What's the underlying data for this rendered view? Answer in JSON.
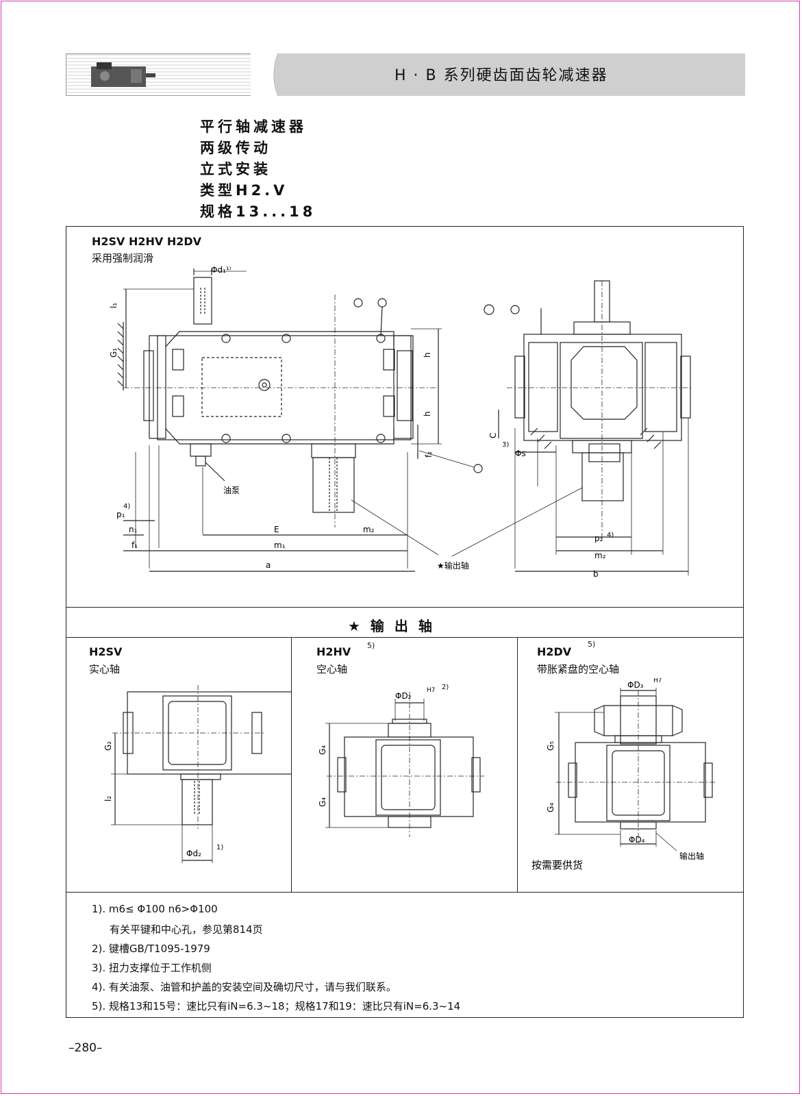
{
  "header": {
    "title": "H · B 系列硬齿面齿轮减速器"
  },
  "title_block": {
    "lines": [
      "平行轴减速器",
      "两级传动",
      "立式安装",
      "类型H2.V",
      "规格13...18"
    ]
  },
  "top_section": {
    "models": "H2SV H2HV H2DV",
    "lubrication": "采用强制润滑",
    "labels": {
      "d1": "Φd₁¹⁾",
      "l1": "l₁",
      "G1": "G₁",
      "h_top": "h",
      "h_bottom": "h",
      "f2": "f₂",
      "oil_pump": "油泵",
      "p1": "p₁",
      "p1_note": "4)",
      "n1": "n₁",
      "f1": "f₁",
      "E": "E",
      "m2_left": "m₂",
      "m1": "m₁",
      "a": "a",
      "output_shaft": "★输出轴",
      "C": "C",
      "C_note": "3)",
      "s": "Φs",
      "p2": "p₂",
      "p2_note": "4)",
      "m2_right": "m₂",
      "b": "b"
    }
  },
  "output_section": {
    "heading": "★  输  出  轴",
    "panels": [
      {
        "model": "H2SV",
        "note": "",
        "desc": "实心轴",
        "labels": {
          "G2": "G₂",
          "l2": "l₂",
          "d2": "Φd₂",
          "d2_note": "1)"
        }
      },
      {
        "model": "H2HV",
        "note": "5)",
        "desc": "空心轴",
        "labels": {
          "D2": "ΦD₂",
          "H7": "H7",
          "H7_note": "2)",
          "G4a": "G₄",
          "G4b": "G₄"
        }
      },
      {
        "model": "H2DV",
        "note": "5)",
        "desc": "带胀紧盘的空心轴",
        "labels": {
          "D3": "ΦD₃",
          "H7": "H7",
          "G5": "G₅",
          "G4": "G₄",
          "D4": "ΦD₄",
          "output_shaft": "输出轴",
          "supply": "按需要供货"
        }
      }
    ]
  },
  "notes": [
    "1). m6≤ Φ100  n6>Φ100",
    "有关平键和中心孔，参见第814页",
    "2). 键槽GB/T1095-1979",
    "3). 扭力支撑位于工作机侧",
    "4). 有关油泵、油管和护盖的安装空间及确切尺寸，请与我们联系。",
    "5). 规格13和15号：速比只有iN=6.3~18；规格17和19：速比只有iN=6.3~14"
  ],
  "page_number": "–280–"
}
